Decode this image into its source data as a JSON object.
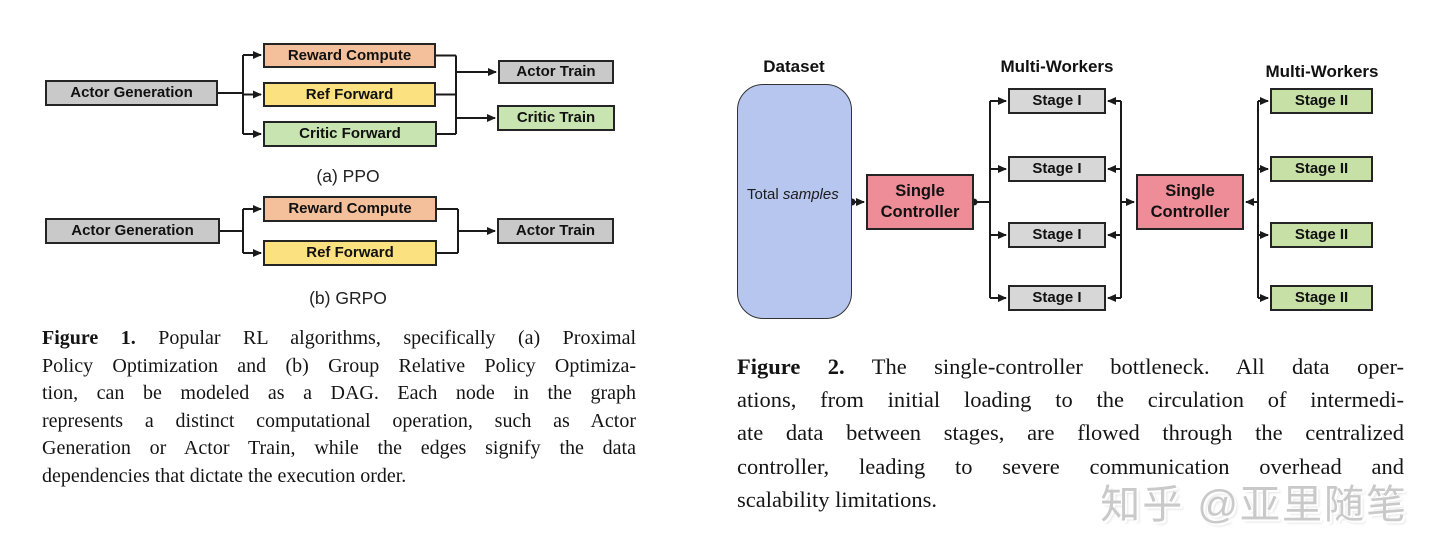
{
  "figure1": {
    "ppo": {
      "label": "(a) PPO",
      "nodes": {
        "actor_generation": "Actor Generation",
        "reward_compute": "Reward Compute",
        "ref_forward": "Ref Forward",
        "critic_forward": "Critic Forward",
        "actor_train": "Actor Train",
        "critic_train": "Critic Train"
      }
    },
    "grpo": {
      "label": "(b) GRPO",
      "nodes": {
        "actor_generation": "Actor Generation",
        "reward_compute": "Reward Compute",
        "ref_forward": "Ref Forward",
        "actor_train": "Actor Train"
      }
    },
    "caption": {
      "label": "Figure 1.",
      "lines": [
        "Popular RL algorithms, specifically (a) Proximal",
        "Policy Optimization and (b) Group Relative Policy Optimiza-",
        "tion, can be modeled as a DAG. Each node in the graph",
        "represents a distinct computational operation, such as Actor",
        "Generation or Actor Train, while the edges signify the data",
        "dependencies that dictate the execution order."
      ]
    }
  },
  "figure2": {
    "dataset": {
      "label": "Dataset",
      "text_prefix": "Total",
      "text_italic": "samples"
    },
    "controller_label": "Single Controller",
    "workers_label": "Multi-Workers",
    "stage1_label": "Stage I",
    "stage2_label": "Stage II",
    "caption": {
      "label": "Figure 2.",
      "lines": [
        "The single-controller bottleneck. All data oper-",
        "ations, from initial loading to the circulation of intermedi-",
        "ate data between stages, are flowed through the centralized",
        "controller, leading to severe communication overhead and",
        "scalability limitations."
      ]
    }
  },
  "watermark": "知乎 @亚里随笔",
  "colors": {
    "node_gray": "#C9C9C9",
    "node_orange": "#F3C09B",
    "node_yellow": "#FBE17F",
    "node_green": "#C8E4B1",
    "dataset_blue": "#B7C6EE",
    "controller_pink": "#EE8D98",
    "stage1_gray": "#D7D7D7",
    "stage2_green": "#C6E0A5",
    "edge_black": "#1A1A1A",
    "watermark_gray": "#C9C9C9"
  }
}
